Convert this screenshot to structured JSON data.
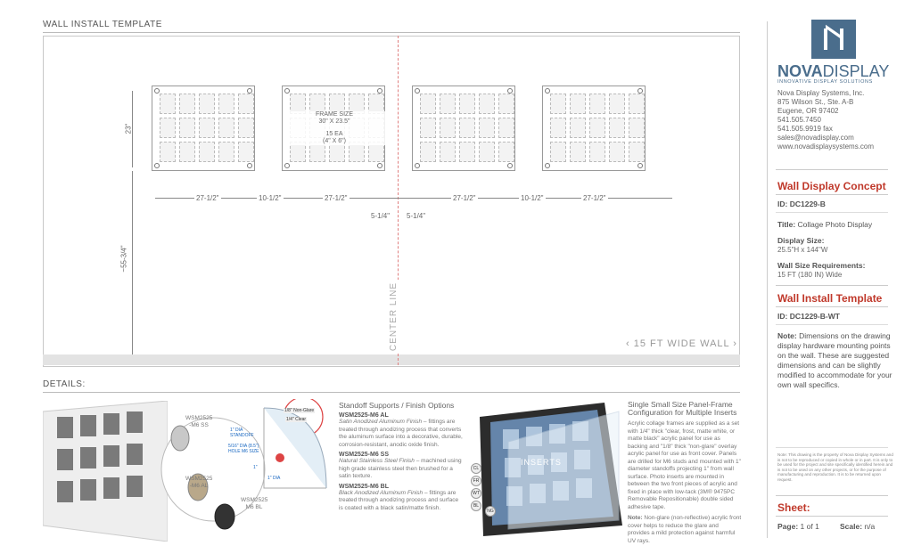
{
  "header": {
    "title": "WALL INSTALL TEMPLATE",
    "details_title": "DETAILS:"
  },
  "drawing": {
    "frame_size_label": "FRAME SIZE",
    "frame_size_value": "30\" X 23.5\"",
    "frame_qty": "15 EA",
    "frame_insert": "(4\" X 6\")",
    "height_dim": "23\"",
    "floor_dim": "~55-3/4\"",
    "width_dim_1": "27-1/2\"",
    "gap_dim_1": "10-1/2\"",
    "width_dim_2": "27-1/2\"",
    "width_dim_3": "27-1/2\"",
    "gap_dim_2": "10-1/2\"",
    "width_dim_4": "27-1/2\"",
    "center_offset_left": "5-1/4\"",
    "center_offset_right": "5-1/4\"",
    "center_line_label": "CENTER LINE",
    "wall_width_label": "15 FT WIDE WALL"
  },
  "sidebar": {
    "brand": {
      "name_bold": "NOVA",
      "name_light": "DISPLAY",
      "tagline": "INNOVATIVE DISPLAY SOLUTIONS",
      "color": "#4a6d8c"
    },
    "address": [
      "Nova Display Systems, Inc.",
      "875 Wilson St., Ste. A-B",
      "Eugene, OR 97402",
      "541.505.7450",
      "541.505.9919 fax",
      "sales@novadisplay.com",
      "www.novadisplaysystems.com"
    ],
    "concept_heading": "Wall Display Concept",
    "concept_id_label": "ID:",
    "concept_id": "DC1229-B",
    "title_label": "Title:",
    "title_value": "Collage Photo Display",
    "display_size_label": "Display Size:",
    "display_size_value": "25.5\"H x 144\"W",
    "wall_req_label": "Wall Size Requirements:",
    "wall_req_value": "15 FT (180 IN) Wide",
    "template_heading": "Wall Install Template",
    "template_id_label": "ID:",
    "template_id": "DC1229-B-WT",
    "note_label": "Note:",
    "note_text": "Dimensions on the drawing display hardware mounting points on the wall. These are suggested dimensions and can be slightly modified to accommodate for your own wall specifics.",
    "legal": "Note: This drawing is the property of Nova Display Systems and is not to be reproduced or copied in whole or in part. It is only to be used for the project and site specifically identified herein and is not to be used on any other projects, or for the purpose of manufacturing and reproduction. It is to be returned upon request.",
    "sheet_heading": "Sheet:",
    "page_label": "Page:",
    "page_value": "1 of 1",
    "scale_label": "Scale:",
    "scale_value": "n/a",
    "accent": "#c0392b"
  },
  "details": {
    "hardware_labels": [
      "WSM2525 -M6 SS",
      "WSM2525 -M6 AL",
      "WSM2525 M6 BL"
    ],
    "diagram_labels": [
      "1\" DIA STANDOFF",
      "5/16\" DIA (8.5\") HOLE M6 SIZE",
      "1\"",
      "1\" DIA",
      "1/8\" Non-Glare",
      "1/4\" Clear"
    ],
    "standoff_heading": "Standoff Supports / Finish Options",
    "items": [
      {
        "code": "WSM2525-M6 AL",
        "name": "Satin Anodized Aluminum Finish",
        "desc": " – fittings are treated through anodizing process that converts the aluminum surface into a decorative, durable, corrosion-resistant, anodic oxide finish."
      },
      {
        "code": "WSM2525-M6 SS",
        "name": "Natural Stainless Steel Finish",
        "desc": " – machined using high grade stainless steel then brushed for a satin texture."
      },
      {
        "code": "WSM2525-M6 BL",
        "name": "Black Anodized Aluminum Finish",
        "desc": " – fittings are treated through anodizing process and surface is coated with a black satin/matte finish."
      }
    ],
    "panel_heading": "Single Small Size Panel-Frame Configuration for Multiple Inserts",
    "panel_badges": [
      "CL",
      "FR",
      "WT",
      "BL",
      "NG"
    ],
    "panel_inserts_label": "INSERTS",
    "panel_desc": "Acrylic collage frames are supplied as a set with 1/4\" thick \"clear, frost, matte white, or matte black\" acrylic panel for use as backing and \"1/8\" thick \"non-glare\" overlay acrylic panel for use as front cover. Panels are drilled for M6 studs and mounted with 1\" diameter standoffs projecting 1\" from wall surface. Photo inserts are mounted in between the two front pieces of acrylic and fixed in place with low-tack (3M® 9475PC Removable Repositionable) double sided adhesive tape.",
    "panel_note_label": "Note:",
    "panel_note": "Non-glare (non-reflective) acrylic front cover helps to reduce the glare and provides a mild protection against harmful UV rays."
  }
}
